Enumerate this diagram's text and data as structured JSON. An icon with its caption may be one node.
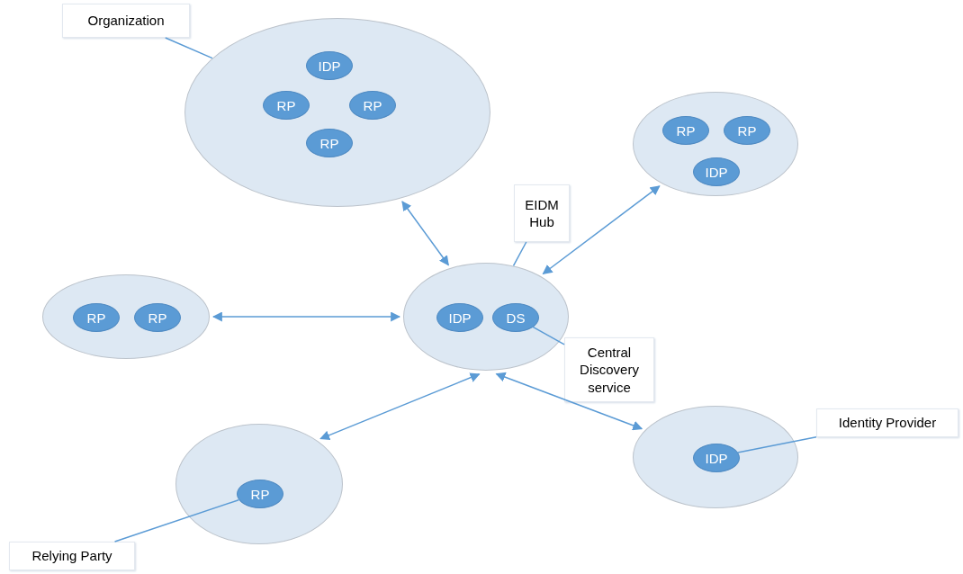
{
  "diagram": {
    "nodes": [
      {
        "text": [
          "Organization"
        ]
      },
      {
        "text": [],
        "shape": "circle"
      },
      {
        "text": [
          "IDP"
        ],
        "in": 1
      },
      {
        "text": [
          "RP"
        ],
        "in": 1
      },
      {
        "text": [
          "RP"
        ],
        "in": 1
      },
      {
        "text": [
          "RP"
        ],
        "in": 1
      },
      {
        "text": [],
        "shape": "circle"
      },
      {
        "text": [
          "RP"
        ],
        "in": 6
      },
      {
        "text": [
          "RP"
        ],
        "in": 6
      },
      {
        "text": [
          "IDP"
        ],
        "in": 6
      },
      {
        "text": [
          "EIDM Hub"
        ]
      },
      {
        "text": [],
        "shape": "circle"
      },
      {
        "text": [
          "RP"
        ],
        "in": 11
      },
      {
        "text": [
          "RP"
        ],
        "in": 11
      },
      {
        "text": [],
        "shape": "circle"
      },
      {
        "text": [
          "IDP"
        ],
        "in": 14
      },
      {
        "text": [
          "DS"
        ],
        "in": 14
      },
      {
        "text": [
          "Central Discovery service"
        ]
      },
      {
        "text": [],
        "shape": "circle"
      },
      {
        "text": [
          "IDP"
        ],
        "in": 18
      },
      {
        "text": [
          "Identity Provider"
        ]
      },
      {
        "text": [],
        "shape": "circle"
      },
      {
        "text": [
          "RP"
        ],
        "in": 21
      },
      {
        "text": [
          "Relying Party"
        ]
      }
    ],
    "edges": [
      {
        "from": 0,
        "to": 1,
        "arrow": "none"
      },
      {
        "from": 1,
        "to": 14,
        "arrow": "both"
      },
      {
        "from": 6,
        "to": 14,
        "arrow": "both"
      },
      {
        "from": 11,
        "to": 14,
        "arrow": "both"
      },
      {
        "from": 21,
        "to": 14,
        "arrow": "both"
      },
      {
        "from": 18,
        "to": 14,
        "arrow": "both"
      },
      {
        "from": 10,
        "to": 14,
        "arrow": "none"
      },
      {
        "from": 17,
        "to": 16,
        "arrow": "none"
      },
      {
        "from": 20,
        "to": 19,
        "arrow": "none"
      },
      {
        "from": 23,
        "to": 22,
        "arrow": "none"
      }
    ]
  }
}
